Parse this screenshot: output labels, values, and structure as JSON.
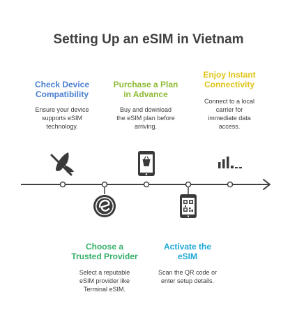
{
  "title": "Setting Up an eSIM in Vietnam",
  "colors": {
    "check": "#4a7fd0",
    "purchase": "#8dbb32",
    "enjoy": "#e0c418",
    "choose": "#36b06a",
    "activate": "#1ea7d3",
    "text": "#404040",
    "icon": "#3a3a3a"
  },
  "steps": [
    {
      "id": "check",
      "title_lines": [
        "Check Device",
        "Compatibility"
      ],
      "desc_lines": [
        "Ensure your device",
        "supports eSIM",
        "technology."
      ],
      "icon": "no-phone-signal-icon"
    },
    {
      "id": "choose",
      "title_lines": [
        "Choose a",
        "Trusted Provider"
      ],
      "desc_lines": [
        "Select a reputable",
        "eSIM provider like",
        "Terminal eSIM."
      ],
      "icon": "esim-provider-logo-icon"
    },
    {
      "id": "purchase",
      "title_lines": [
        "Purchase a Plan",
        "in Advance"
      ],
      "desc_lines": [
        "Buy and download",
        "the eSIM plan before",
        "arriving."
      ],
      "icon": "mobile-shopping-icon"
    },
    {
      "id": "activate",
      "title_lines": [
        "Activate the",
        "eSIM"
      ],
      "desc_lines": [
        "Scan the QR code or",
        "enter setup details."
      ],
      "icon": "qr-phone-icon"
    },
    {
      "id": "enjoy",
      "title_lines": [
        "Enjoy Instant",
        "Connectivity"
      ],
      "desc_lines": [
        "Connect to a local",
        "carrier for",
        "immediate data",
        "access."
      ],
      "icon": "signal-bars-icon"
    }
  ]
}
